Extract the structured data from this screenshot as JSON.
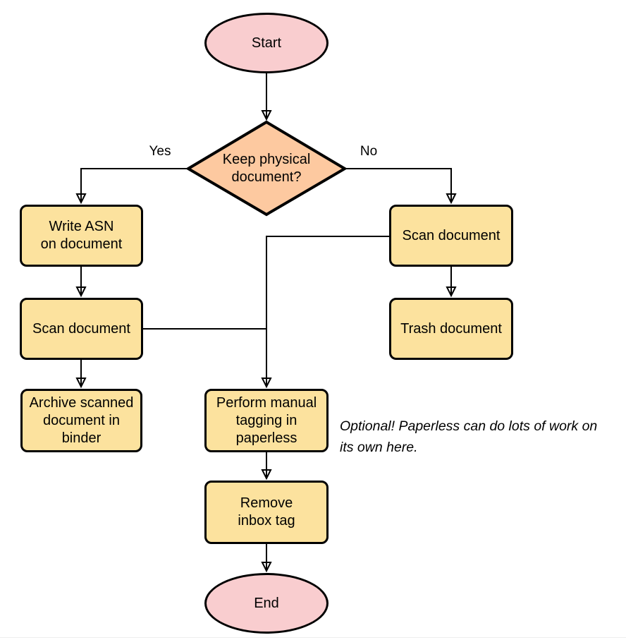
{
  "diagram": {
    "type": "flowchart",
    "nodes": {
      "start": {
        "label": "Start",
        "shape": "terminator"
      },
      "decision": {
        "label": "Keep physical\ndocument?",
        "shape": "decision"
      },
      "write_asn": {
        "label": "Write ASN\non document",
        "shape": "process"
      },
      "scan_left": {
        "label": "Scan document",
        "shape": "process"
      },
      "archive": {
        "label": "Archive scanned\ndocument in\nbinder",
        "shape": "process"
      },
      "scan_right": {
        "label": "Scan document",
        "shape": "process"
      },
      "trash": {
        "label": "Trash document",
        "shape": "process"
      },
      "tagging": {
        "label": "Perform manual\ntagging in\npaperless",
        "shape": "process"
      },
      "remove_tag": {
        "label": "Remove\ninbox tag",
        "shape": "process"
      },
      "end": {
        "label": "End",
        "shape": "terminator"
      }
    },
    "edge_labels": {
      "yes": "Yes",
      "no": "No"
    },
    "note": {
      "text": "Optional! Paperless can do lots of work on\nits own here."
    },
    "colors": {
      "terminator_fill": "#f9cdcf",
      "decision_fill": "#fdc9a0",
      "process_fill": "#fce29e",
      "stroke": "#000000",
      "page_rule": "#eeeeee"
    }
  }
}
